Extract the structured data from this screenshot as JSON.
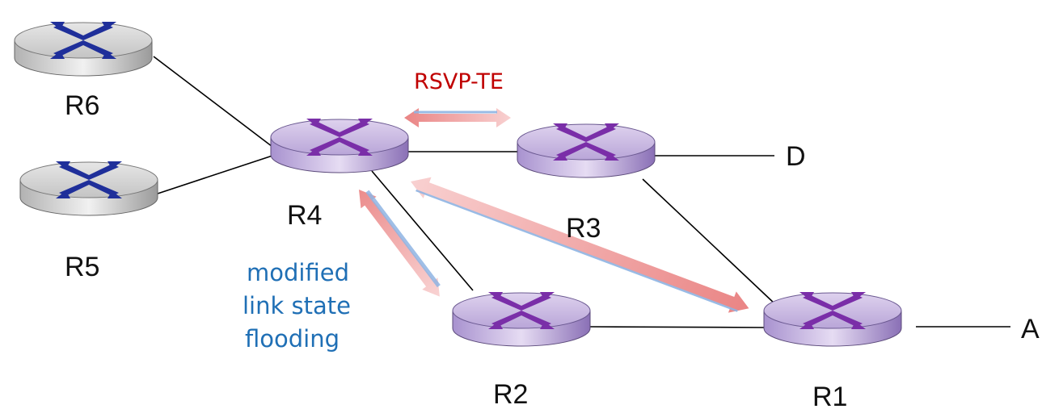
{
  "routers": [
    {
      "id": "R6",
      "label": "R6",
      "style": "gray"
    },
    {
      "id": "R5",
      "label": "R5",
      "style": "gray"
    },
    {
      "id": "R4",
      "label": "R4",
      "style": "purple"
    },
    {
      "id": "R3",
      "label": "R3",
      "style": "purple"
    },
    {
      "id": "R2",
      "label": "R2",
      "style": "purple"
    },
    {
      "id": "R1",
      "label": "R1",
      "style": "purple"
    }
  ],
  "hosts": [
    {
      "id": "D",
      "label": "D"
    },
    {
      "id": "A",
      "label": "A"
    }
  ],
  "links": [
    [
      "R6",
      "R4"
    ],
    [
      "R5",
      "R4"
    ],
    [
      "R4",
      "R3"
    ],
    [
      "R4",
      "R2"
    ],
    [
      "R3",
      "R1"
    ],
    [
      "R2",
      "R1"
    ],
    [
      "R3",
      "D"
    ],
    [
      "R1",
      "A"
    ]
  ],
  "annotations": {
    "rsvp_te": "RSVP-TE",
    "flooding_lines": [
      "modified",
      "link state",
      "flooding"
    ]
  },
  "colors": {
    "rsvp_text": "#c00000",
    "flooding_text": "#1f6fb5",
    "arrow_red": "#e06666",
    "arrow_blue": "#8fb4e3",
    "router_purple_top": "#cbb8e3",
    "router_purple_side": "#9c84c2",
    "router_purple_x": "#7a2ea8",
    "router_gray_top": "#d4d4d4",
    "router_gray_side": "#a7a7a7",
    "router_gray_x": "#1f2f9a"
  },
  "icons": {
    "router": "router-icon",
    "arrow": "double-arrow-icon"
  }
}
